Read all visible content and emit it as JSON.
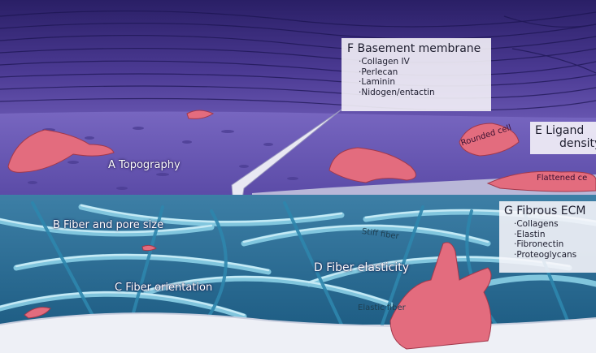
{
  "labels": {
    "topography": "A  Topography",
    "fiber_pore": "B Fiber and pore size",
    "fiber_orientation": "C Fiber orientation",
    "fiber_elasticity": "D Fiber elasticity",
    "rounded_cell": "Rounded cell",
    "flattened_cell": "Flattened ce",
    "stiff_fiber": "Stiff fiber",
    "elastic_fiber": "Elastic fiber"
  },
  "basement_membrane": {
    "title": "F  Basement membrane",
    "items": [
      "·Collagen IV",
      "·Perlecan",
      "·Laminin",
      "·Nidogen/entactin"
    ]
  },
  "ligand_density": {
    "line1": "E  Ligand",
    "line2": "density"
  },
  "fibrous_ecm": {
    "title": "G  Fibrous ECM",
    "items": [
      "·Collagens",
      "·Elastin",
      "·Fibronectin",
      "·Proteoglycans"
    ]
  },
  "colors": {
    "sky": "#2e2670",
    "tissue": "#6a5bb0",
    "membrane": "#b7b5d6",
    "cell": "#e06a7c",
    "fiber": "#4aa4c4",
    "fiber_light": "#bfe6f2",
    "base": "#eef0f6"
  }
}
